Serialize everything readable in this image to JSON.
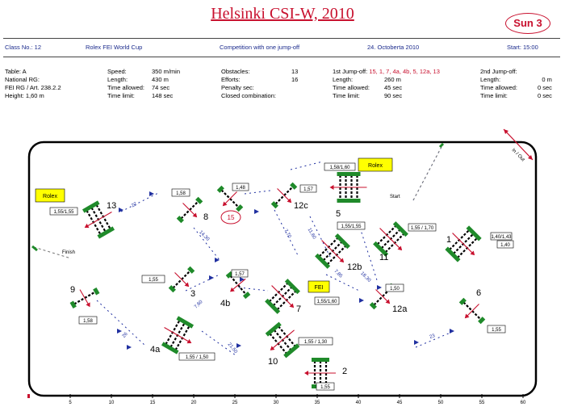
{
  "header": {
    "title": "Helsinki CSI-W, 2010",
    "day_badge": "Sun 3",
    "class_no": "Class No.: 12",
    "cup": "Rolex FEI World Cup",
    "competition": "Competition with one jump-off",
    "date": "24. Octoberta 2010",
    "start": "Start: 15:00"
  },
  "info": {
    "col1": [
      "Table: A",
      "National RG:",
      "FEI RG / Art. 238.2.2",
      "Height: 1,60 m"
    ],
    "col2_labels": [
      "Speed:",
      "Length:",
      "Time allowed:",
      "Time limit:"
    ],
    "col2_values": [
      "350 m/min",
      "430 m",
      "74 sec",
      "148 sec"
    ],
    "col3_labels": [
      "Obstacles:",
      "Efforts:",
      "Penalty sec:",
      "Closed combination:"
    ],
    "col3_values": [
      "13",
      "16",
      "",
      ""
    ],
    "col4_jumpoff_label": "1st Jump-off:",
    "col4_jumpoff_value": "15, 1, 7, 4a, 4b, 5, 12a, 13",
    "col4_labels": [
      "Length:",
      "Time allowed:",
      "Time limit:"
    ],
    "col4_values": [
      "260 m",
      "45 sec",
      "90 sec"
    ],
    "col5_title": "2nd Jump-off:",
    "col5_labels": [
      "Length:",
      "Time allowed:",
      "Time limit:"
    ],
    "col5_values": [
      "0 m",
      "0 sec",
      "0 sec"
    ]
  },
  "course": {
    "obstacle_numbers": [
      "13",
      "8",
      "12c",
      "5",
      "1",
      "11",
      "12b",
      "9",
      "3",
      "4b",
      "7",
      "12a",
      "6",
      "4a",
      "10",
      "2"
    ],
    "jumpoff_marker": "15",
    "obstacle_labels": [
      "1,58",
      "1,48",
      "1,57",
      "1,58/1,60",
      "1,55/1,55",
      "1,55 / 1,70",
      "1,40/1,43",
      "1,40",
      "1,55/1,55",
      "1,55",
      "1,57",
      "1,50",
      "1,55/1,60",
      "1,58",
      "1,55",
      "1,55 / 1,50",
      "1,55 / 1,30",
      "1,55"
    ],
    "sponsor_labels": [
      "Rolex",
      "Rolex",
      "FEI"
    ],
    "distances": [
      "22",
      "14,30",
      "7,70",
      "11,60",
      "7,60",
      "7,85",
      "18,30",
      "26",
      "21,50",
      "23"
    ],
    "words": {
      "finish": "Finish",
      "start": "Start",
      "in_out": "In / Out"
    },
    "ruler": [
      "5",
      "10",
      "15",
      "20",
      "25",
      "30",
      "35",
      "40",
      "45",
      "50",
      "55",
      "60"
    ],
    "colors": {
      "title": "#c8102e",
      "obstacle_green": "#1f8a2a",
      "arrow_red": "#c8102e",
      "distance_blue": "#2030a0",
      "sponsor_yellow": "#ffff00"
    }
  }
}
